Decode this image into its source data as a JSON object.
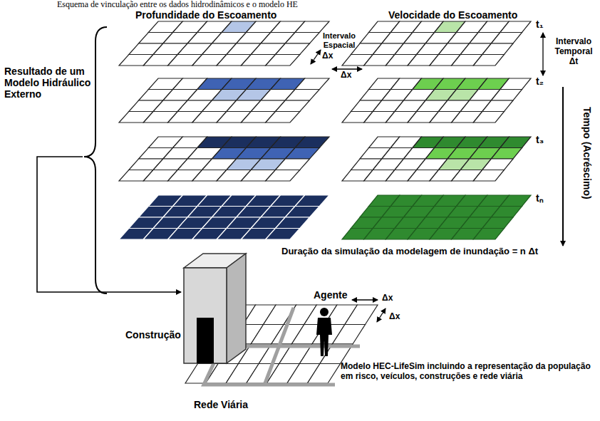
{
  "diagram": {
    "title": "Esquema de vinculação entre os dados hidrodinâmicos e o modelo HE",
    "labels": [
      "Profundidade do Escoamento",
      "Velocidade do Escoamento",
      "Resultado de um Modelo Hidráulico Externo",
      "Intervalo Espacial",
      "Δx",
      "Δx",
      "Intervalo Temporal Δt",
      "t₁",
      "t₂",
      "t₃",
      "tₙ",
      "Tempo (Acréscimo)",
      "Duração da simulação da modelagem de inundação = n Δt",
      "Construção",
      "Agente",
      "Δx",
      "Δx",
      "Rede Viária",
      "Modelo HEC-LifeSim incluindo a representação da população em risco, veículos, construções e rede viária"
    ]
  }
}
